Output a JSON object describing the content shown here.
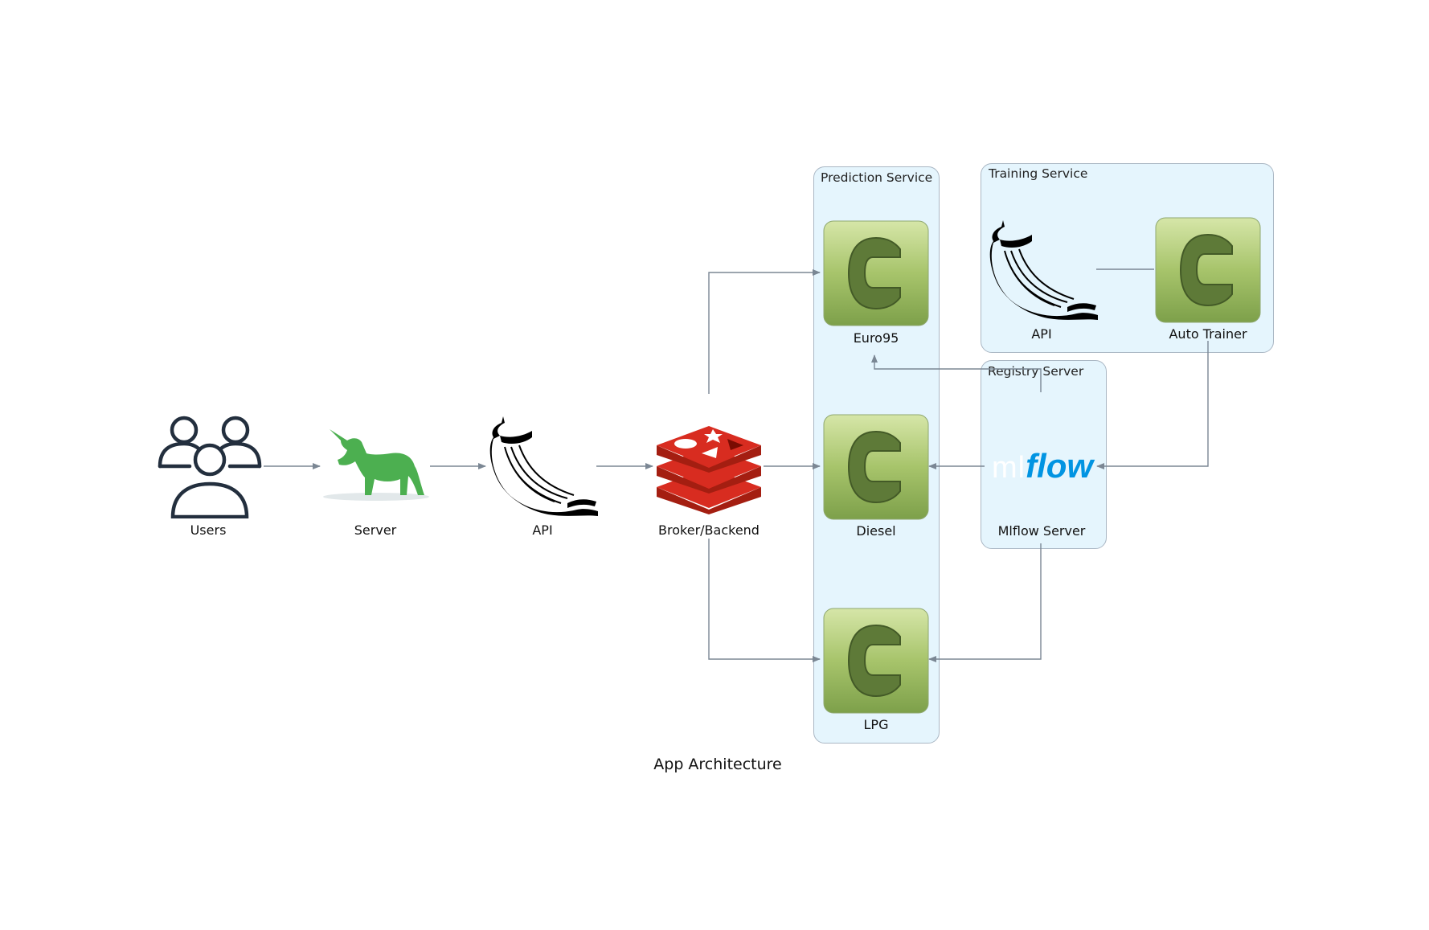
{
  "diagram": {
    "caption": "App Architecture",
    "clusters": {
      "prediction": "Prediction Service",
      "training": "Training Service",
      "registry": "Registry Server"
    },
    "nodes": {
      "users": "Users",
      "server": "Server",
      "api": "API",
      "broker": "Broker/Backend",
      "euro95": "Euro95",
      "diesel": "Diesel",
      "lpg": "LPG",
      "training_api": "API",
      "auto_trainer": "Auto Trainer",
      "mlflow_server": "Mlflow Server"
    },
    "mlflow_logo": {
      "ml": "ml",
      "flow": "flow"
    },
    "colors": {
      "edge": "#7b8794",
      "cluster_fill": "#e5f5fd",
      "unicorn": "#4caf50",
      "redis": "#d82c20",
      "celery_green": "#8fb35a",
      "mlflow_blue": "#0194e2"
    },
    "icons": {
      "users": "users-icon",
      "server": "gunicorn-unicorn-icon",
      "api": "flask-horn-icon",
      "broker": "redis-icon",
      "worker": "celery-icon",
      "mlflow": "mlflow-logo"
    }
  }
}
